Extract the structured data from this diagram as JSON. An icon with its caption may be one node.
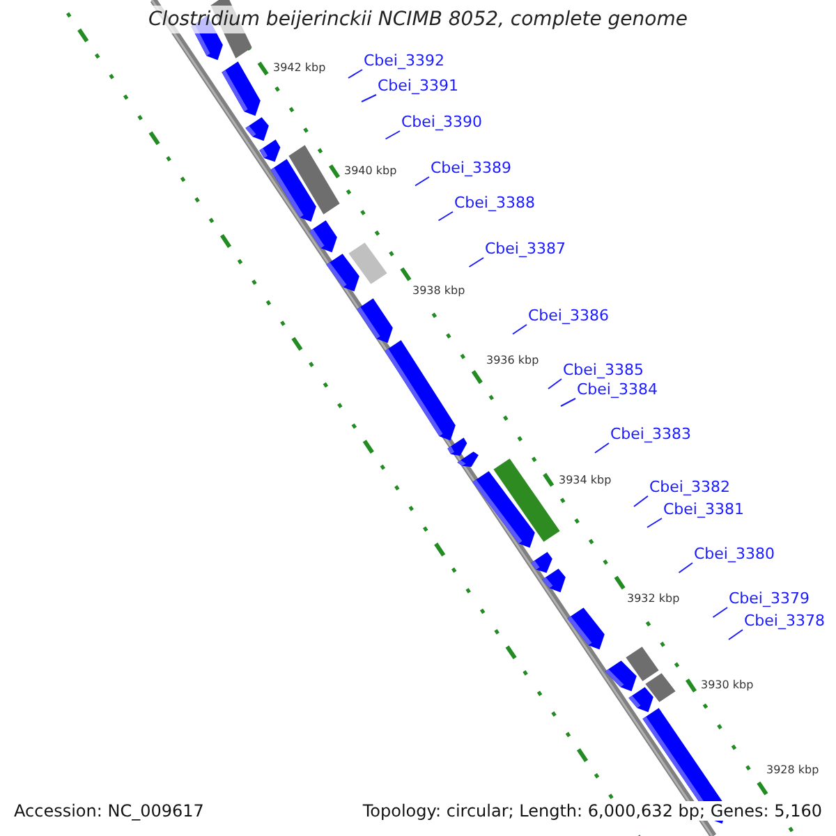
{
  "diagram": {
    "title": "Clostridium beijerinckii NCIMB 8052, complete genome",
    "nodes": [
      {
        "text": [
          "Cbei_3392"
        ]
      },
      {
        "text": [
          "Cbei_3391"
        ]
      },
      {
        "text": [
          "Cbei_3390"
        ]
      },
      {
        "text": [
          "Cbei_3389"
        ]
      },
      {
        "text": [
          "Cbei_3388"
        ]
      },
      {
        "text": [
          "Cbei_3387"
        ]
      },
      {
        "text": [
          "Cbei_3386"
        ]
      },
      {
        "text": [
          "Cbei_3385"
        ]
      },
      {
        "text": [
          "Cbei_3384"
        ]
      },
      {
        "text": [
          "Cbei_3383"
        ]
      },
      {
        "text": [
          "Cbei_3382"
        ]
      },
      {
        "text": [
          "Cbei_3381"
        ]
      },
      {
        "text": [
          "Cbei_3380"
        ]
      },
      {
        "text": [
          "Cbei_3379"
        ]
      },
      {
        "text": [
          "Cbei_3378"
        ]
      }
    ],
    "edges": [
      {
        "from": 0,
        "to": null,
        "arrow": "none"
      },
      {
        "from": 1,
        "to": null,
        "arrow": "none"
      },
      {
        "from": 2,
        "to": null,
        "arrow": "none"
      },
      {
        "from": 3,
        "to": null,
        "arrow": "none"
      },
      {
        "from": 4,
        "to": null,
        "arrow": "none"
      },
      {
        "from": 5,
        "to": null,
        "arrow": "none"
      },
      {
        "from": 6,
        "to": null,
        "arrow": "none"
      },
      {
        "from": 7,
        "to": null,
        "arrow": "none"
      },
      {
        "from": 8,
        "to": null,
        "arrow": "none"
      },
      {
        "from": 9,
        "to": null,
        "arrow": "none"
      },
      {
        "from": 10,
        "to": null,
        "arrow": "none"
      },
      {
        "from": 11,
        "to": null,
        "arrow": "none"
      },
      {
        "from": 12,
        "to": null,
        "arrow": "none"
      },
      {
        "from": 13,
        "to": null,
        "arrow": "none"
      },
      {
        "from": 14,
        "to": null,
        "arrow": "none"
      }
    ],
    "labels": [
      "3942 kbp",
      "3940 kbp",
      "3938 kbp",
      "3936 kbp",
      "3934 kbp",
      "3932 kbp",
      "3930 kbp",
      "3928 kbp",
      "Accession: NC_009617",
      "Topology: circular; Length: 6,000,632 bp; Genes: 5,160"
    ]
  }
}
